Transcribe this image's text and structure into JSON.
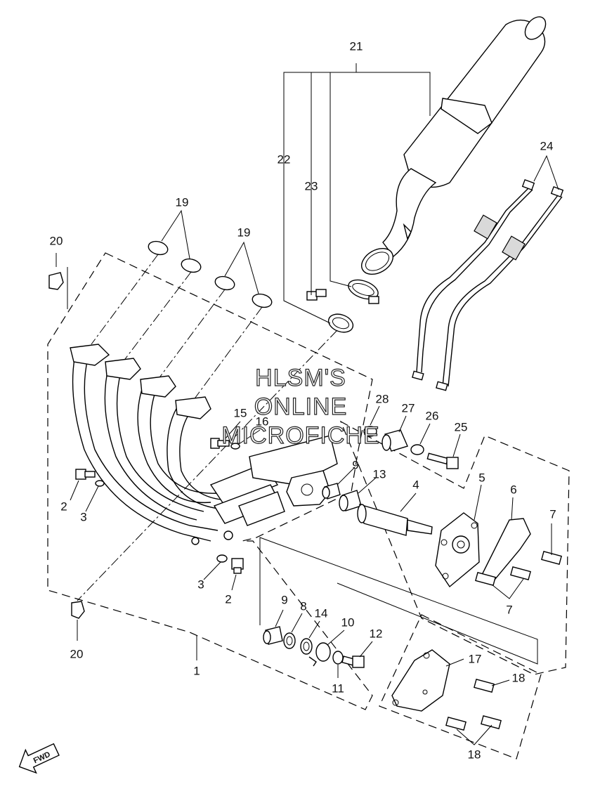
{
  "watermark": {
    "line1": "HLSM'S",
    "line2": "ONLINE",
    "line3": "MICROFICHE"
  },
  "fwd_indicator": "FWD",
  "labels": {
    "p1": "1",
    "p2a": "2",
    "p2b": "2",
    "p3a": "3",
    "p3b": "3",
    "p4": "4",
    "p5": "5",
    "p6": "6",
    "p7a": "7",
    "p7b": "7",
    "p8": "8",
    "p9a": "9",
    "p9b": "9",
    "p10": "10",
    "p11": "11",
    "p12": "12",
    "p13": "13",
    "p14": "14",
    "p15": "15",
    "p16": "16",
    "p17": "17",
    "p18a": "18",
    "p18b": "18",
    "p19a": "19",
    "p19b": "19",
    "p20a": "20",
    "p20b": "20",
    "p21": "21",
    "p22": "22",
    "p23": "23",
    "p24": "24",
    "p25": "25",
    "p26": "26",
    "p27": "27",
    "p28": "28"
  }
}
